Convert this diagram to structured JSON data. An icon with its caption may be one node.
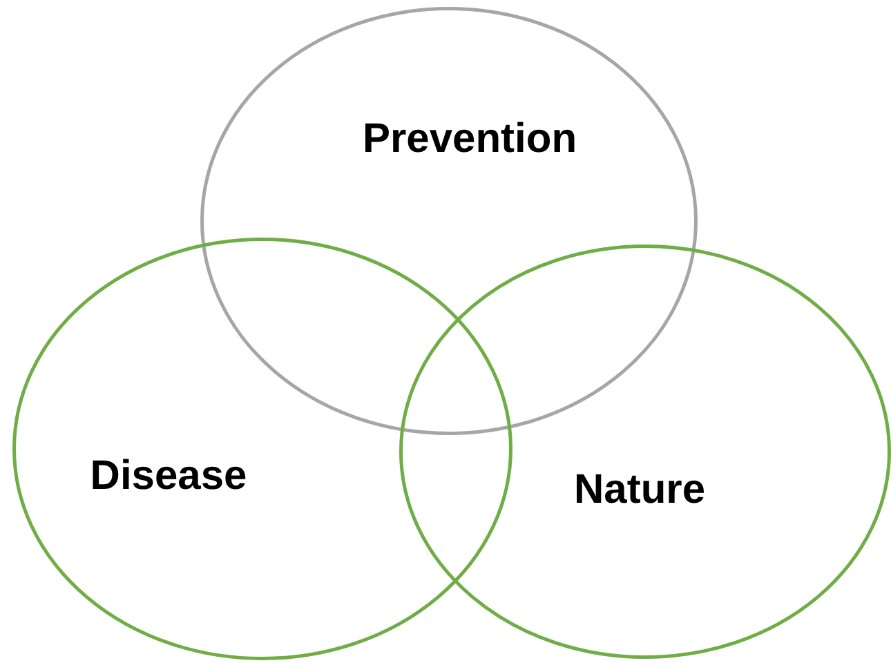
{
  "diagram": {
    "nodes": [
      {
        "text": [
          "Prevention"
        ]
      },
      {
        "text": [
          "Disease"
        ]
      },
      {
        "text": [
          "Nature"
        ]
      }
    ]
  }
}
